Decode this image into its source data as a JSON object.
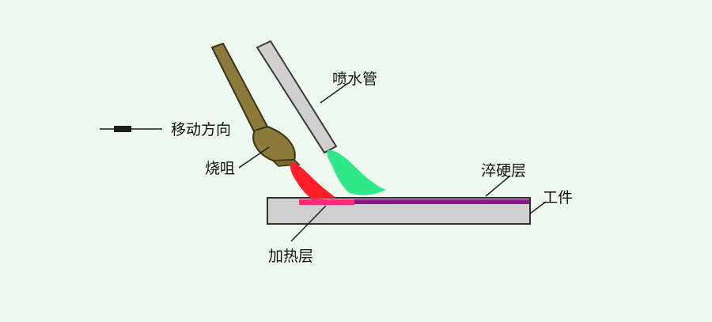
{
  "labels": {
    "direction": "移动方向",
    "torch": "烧咀",
    "nozzle": "喷水管",
    "hardened_layer": "淬硬层",
    "workpiece": "工件",
    "heated_layer": "加热层"
  },
  "colors": {
    "background": "#eef9ef",
    "torch": "#8c7a3c",
    "torch_outline": "#3d3416",
    "nozzle": "#d0d0d0",
    "nozzle_outline": "#3a3a3a",
    "flame": "#ff1d2a",
    "water_spray": "#2ee889",
    "workpiece": "#cfcfcf",
    "hardened_layer": "#8a1a8a",
    "heated_layer": "#ff2a7a"
  },
  "icons": {
    "direction_arrow": "arrow-left-icon"
  }
}
